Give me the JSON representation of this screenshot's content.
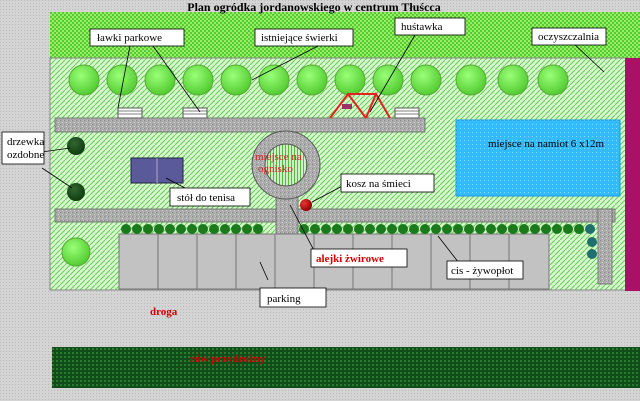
{
  "title": "Plan ogródka jordanowskiego w centrum Tłuścca",
  "labels": {
    "lawki": "ławki parkowe",
    "swierki": "istniejące świerki",
    "hustawka": "huśtawka",
    "oczyszczalnia": "oczyszczalnia",
    "drzewka_line1": "drzewka",
    "drzewka_line2": "ozdobne",
    "ognisko_line1": "miejsce na",
    "ognisko_line2": "ognisko",
    "kosz": "kosz na śmieci",
    "namiot": "miejsce na namiot 6 x12m",
    "stol": "stół do tenisa",
    "alejki": "alejki żwirowe",
    "cis": "cis - żywopłot",
    "parking": "parking",
    "droga": "droga",
    "row": "rów przydrożny"
  },
  "colors": {
    "grass": "#66dd44",
    "lawn": "#ccf5cc",
    "gravel": "#b8b8b8",
    "parking": "#c0c0c0",
    "pond": "#33bbff",
    "hedge": "#116611",
    "boundary": "#aa1166",
    "ditch": "#114411",
    "swing": "#e62020"
  }
}
